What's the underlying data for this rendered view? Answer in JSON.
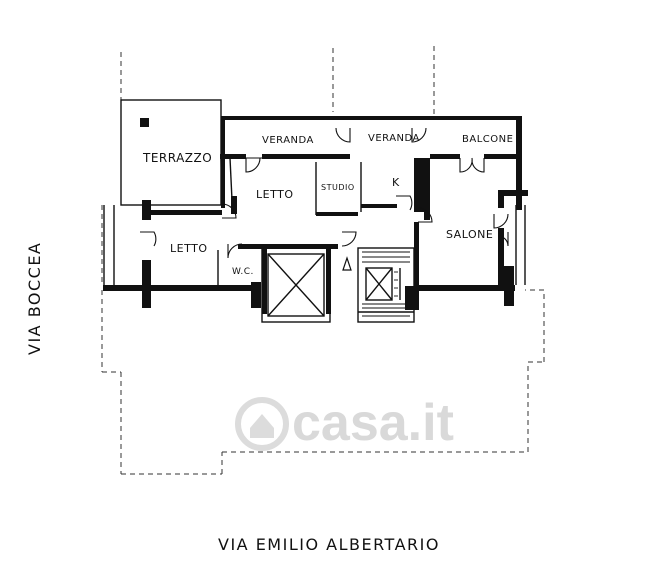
{
  "rooms": {
    "terrazzo": "TERRAZZO",
    "veranda_1": "VERANDA",
    "veranda_2": "VERANDA",
    "balcone": "BALCONE",
    "letto_1": "LETTO",
    "studio": "STUDIO",
    "k": "K",
    "letto_2": "LETTO",
    "wc": "W.C.",
    "salone": "SALONE"
  },
  "streets": {
    "left": "VIA BOCCEA",
    "bottom": "VIA EMILIO ALBERTARIO"
  },
  "watermark": "casa.it"
}
